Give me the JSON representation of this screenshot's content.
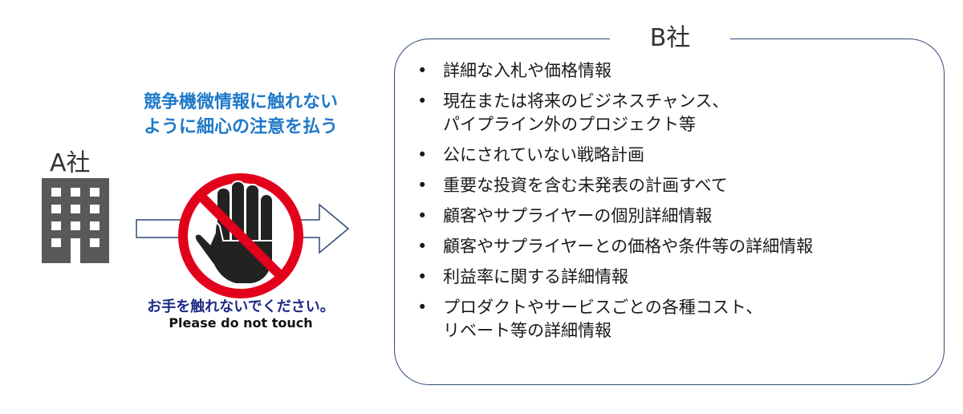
{
  "company_a": {
    "label": "A社"
  },
  "warning_text": [
    "競争機微情報に触れない",
    "ように細心の注意を払う"
  ],
  "no_touch_sign": {
    "jp": "お手を触れないでください。",
    "en": "Please do not touch",
    "colors": {
      "ring": "#e3001b",
      "hand": "#222222"
    },
    "icon": "no-touch-hand-icon"
  },
  "company_b": {
    "label": "B社",
    "items": [
      [
        "詳細な入札や価格情報"
      ],
      [
        "現在または将来のビジネスチャンス、",
        "パイプライン外のプロジェクト等"
      ],
      [
        "公にされていない戦略計画"
      ],
      [
        "重要な投資を含む未発表の計画すべて"
      ],
      [
        "顧客やサプライヤーの個別詳細情報"
      ],
      [
        "顧客やサプライヤーとの価格や条件等の詳細情報"
      ],
      [
        "利益率に関する詳細情報"
      ],
      [
        "プロダクトやサービスごとの各種コスト、",
        "リベート等の詳細情報"
      ]
    ]
  },
  "colors": {
    "accent_blue": "#1f79c9",
    "border": "#2e4a78",
    "building": "#595959"
  }
}
